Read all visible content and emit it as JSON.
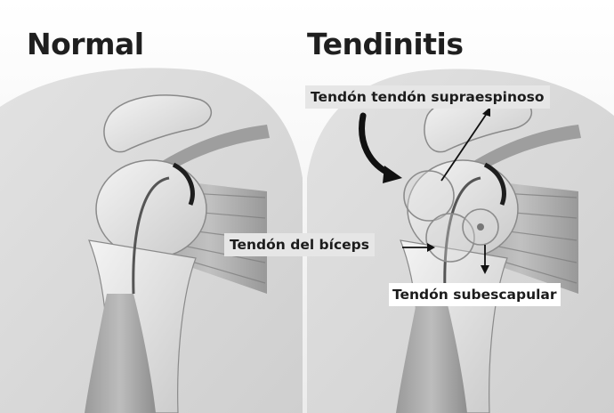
{
  "titles": {
    "normal": "Normal",
    "tendinitis": "Tendinitis"
  },
  "labels": {
    "supraspinatus": "Tendón tendón supraespinoso",
    "biceps": "Tendón del bíceps",
    "subscapularis": "Tendón subescapular"
  }
}
